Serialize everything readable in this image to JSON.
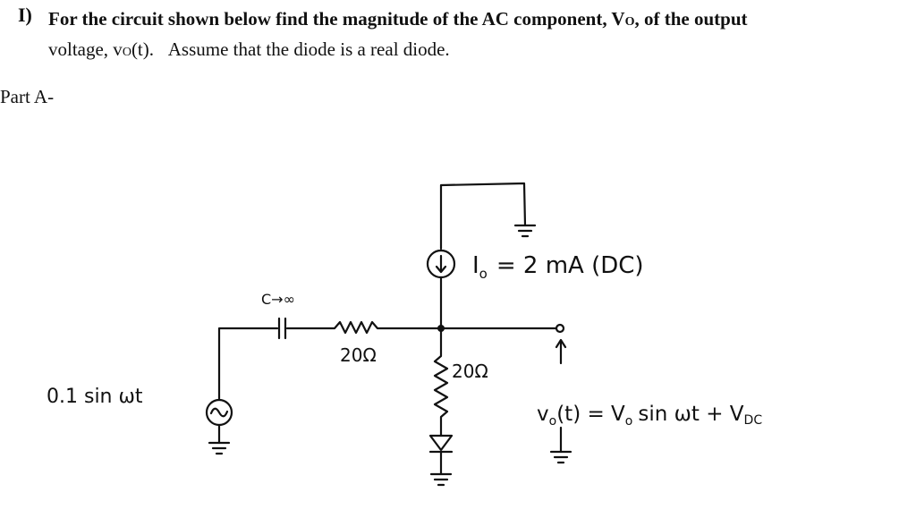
{
  "problem": {
    "number": "I)",
    "line1_bold": "For the circuit shown below find the magnitude of the AC component, V",
    "line1_bold_sub": "O",
    "line1_bold_end": ", of the output",
    "line2_a": "voltage, v",
    "line2_a_sub": "O",
    "line2_a_end": "(t).",
    "line2_b": "Assume that the diode is a real diode."
  },
  "part_label": "Part A-",
  "circuit": {
    "source_label": "0.1 sin ωt",
    "capacitor_label": "C→∞",
    "series_resistor_label": "20Ω",
    "shunt_resistor_label": "20Ω",
    "current_source_label": "I",
    "current_source_sub": "o",
    "current_source_value": "= 2 mA (DC)",
    "output_label": "v",
    "output_label_sub": "o",
    "output_label_expr": "(t) = V",
    "output_label_sub2": "o",
    "output_label_rest": "sin ωt + V",
    "output_label_sub3": "DC"
  }
}
